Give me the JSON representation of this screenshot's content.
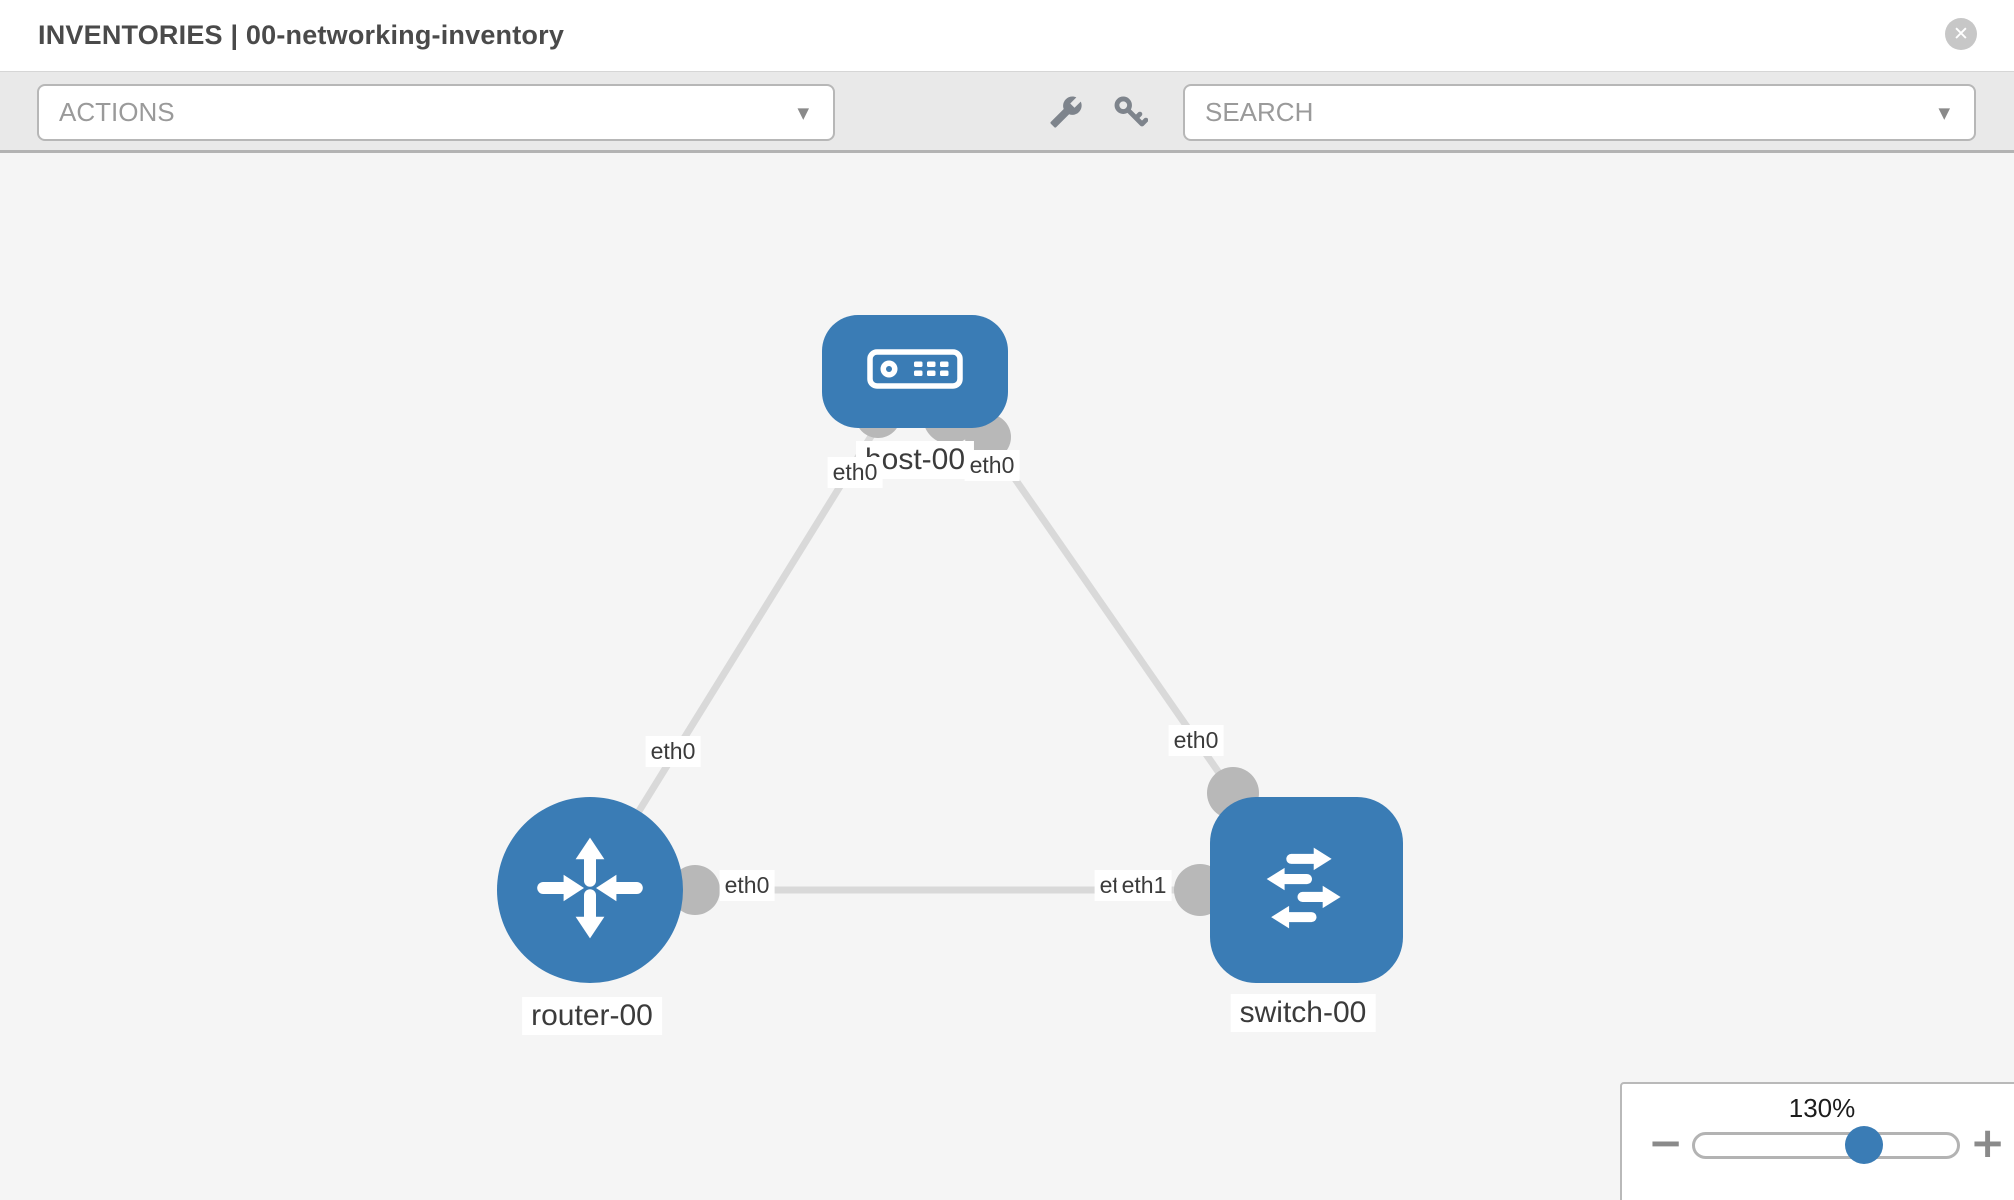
{
  "header": {
    "title": "INVENTORIES | 00-networking-inventory"
  },
  "toolbar": {
    "actions_label": "ACTIONS",
    "search_label": "SEARCH"
  },
  "icons": {
    "close": "✕",
    "caret": "▼",
    "zoom_out": "−",
    "zoom_in": "+"
  },
  "topology": {
    "nodes": [
      {
        "id": "host-00",
        "type": "host",
        "label": "host-00"
      },
      {
        "id": "router-00",
        "type": "router",
        "label": "router-00"
      },
      {
        "id": "switch-00",
        "type": "switch",
        "label": "switch-00"
      }
    ],
    "links": [
      {
        "source": "host-00",
        "source_interface": "eth0",
        "target": "router-00",
        "target_interface": "eth0"
      },
      {
        "source": "host-00",
        "source_interface": "eth0",
        "target": "switch-00",
        "target_interface": "eth0"
      },
      {
        "source": "router-00",
        "source_interface": "eth0",
        "target": "switch-00",
        "target_interface": "eth1"
      }
    ],
    "interface_labels": {
      "host_to_router_host_end": "eth0",
      "host_to_router_router_end": "eth0",
      "host_to_switch_host_end": "eth0",
      "host_to_switch_switch_end": "eth0",
      "router_to_switch_router_end": "eth0",
      "router_to_switch_switch_end_back": "eth0",
      "router_to_switch_switch_end_front": "eth1"
    }
  },
  "zoom_control": {
    "level_label": "130%",
    "percent": 130
  },
  "colors": {
    "node_blue": "#3a7cb5",
    "interface_gray": "#b8b8b8",
    "link_gray": "#d9d9d9",
    "toolbar_icon_gray": "#7e848c",
    "canvas_bg": "#f5f5f5"
  }
}
